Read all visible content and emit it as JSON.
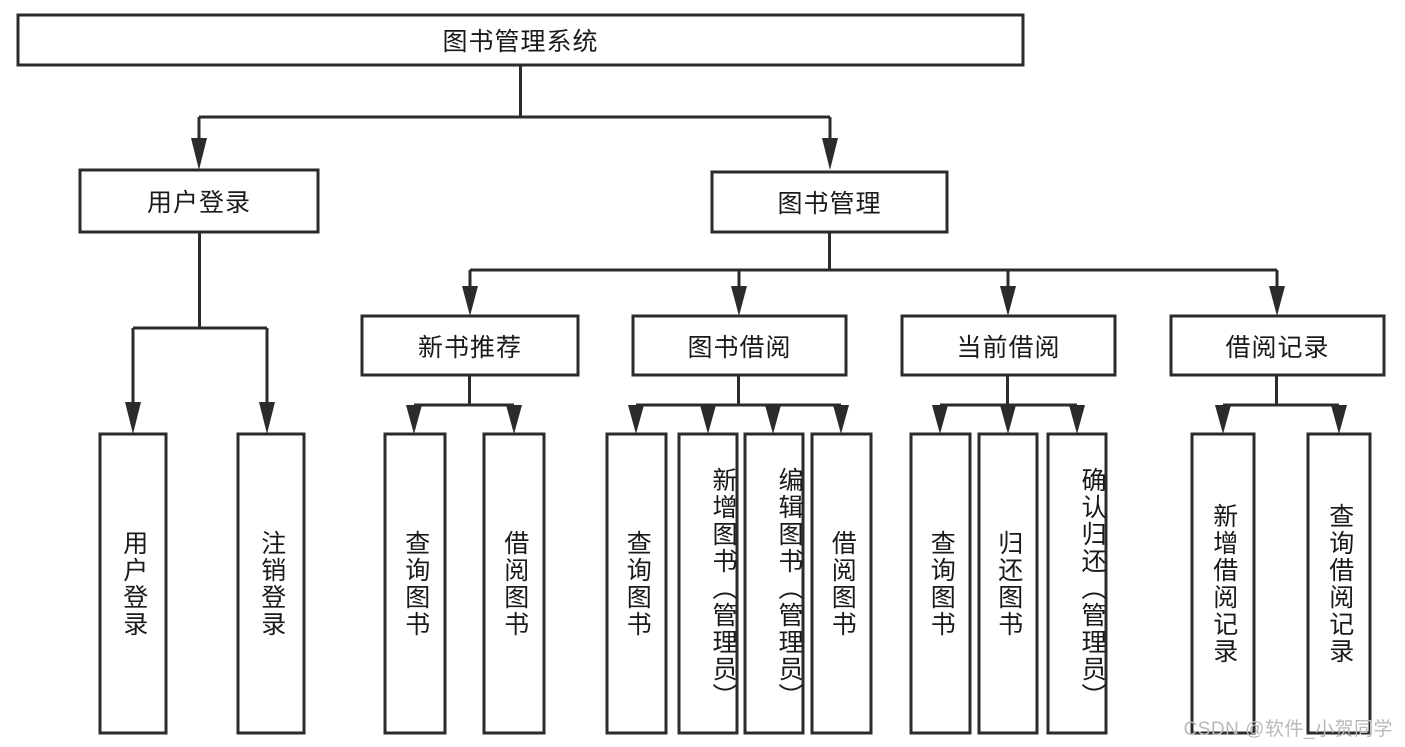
{
  "diagram": {
    "type": "tree-hierarchy",
    "root": {
      "id": "root",
      "label": "图书管理系统"
    },
    "level2": [
      {
        "id": "user-login",
        "label": "用户登录"
      },
      {
        "id": "book-management",
        "label": "图书管理"
      }
    ],
    "level3": [
      {
        "id": "new-book-recommend",
        "label": "新书推荐",
        "parent": "book-management"
      },
      {
        "id": "book-borrow",
        "label": "图书借阅",
        "parent": "book-management"
      },
      {
        "id": "current-borrow",
        "label": "当前借阅",
        "parent": "book-management"
      },
      {
        "id": "borrow-record",
        "label": "借阅记录",
        "parent": "book-management"
      }
    ],
    "leaves": [
      {
        "id": "leaf-user-login",
        "label": "用户登录",
        "parent": "user-login"
      },
      {
        "id": "leaf-logout-login",
        "label": "注销登录",
        "parent": "user-login"
      },
      {
        "id": "leaf-query-book-1",
        "label": "查询图书",
        "parent": "new-book-recommend"
      },
      {
        "id": "leaf-borrow-book-1",
        "label": "借阅图书",
        "parent": "new-book-recommend"
      },
      {
        "id": "leaf-query-book-2",
        "label": "查询图书",
        "parent": "book-borrow"
      },
      {
        "id": "leaf-add-book",
        "label": "新增图书（管理员）",
        "parent": "book-borrow"
      },
      {
        "id": "leaf-edit-book",
        "label": "编辑图书（管理员）",
        "parent": "book-borrow"
      },
      {
        "id": "leaf-borrow-book-2",
        "label": "借阅图书",
        "parent": "book-borrow"
      },
      {
        "id": "leaf-query-book-3",
        "label": "查询图书",
        "parent": "current-borrow"
      },
      {
        "id": "leaf-return-book",
        "label": "归还图书",
        "parent": "current-borrow"
      },
      {
        "id": "leaf-confirm-return",
        "label": "确认归还（管理员）",
        "parent": "current-borrow"
      },
      {
        "id": "leaf-add-record",
        "label": "新增借阅记录",
        "parent": "borrow-record"
      },
      {
        "id": "leaf-query-record",
        "label": "查询借阅记录",
        "parent": "borrow-record"
      }
    ],
    "colors": {
      "box_fill": "#ffffff",
      "box_stroke": "#2b2b2b",
      "connector": "#2b2b2b",
      "text": "#1a1a1a",
      "watermark": "#b9b9b9",
      "background": "#ffffff"
    }
  },
  "watermark": {
    "text": "CSDN @软件_小贺同学"
  }
}
